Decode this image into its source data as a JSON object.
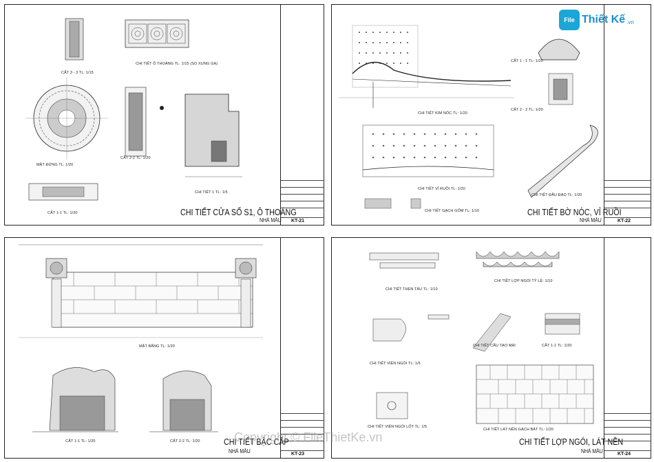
{
  "watermark": "Copyright © FileThietKe.vn",
  "logo": {
    "badge": "File",
    "name": "Thiết Kế",
    "domain": ".vn"
  },
  "sheets": [
    {
      "title": "CHI TIẾT CỬA SỔ S1, Ô THOÁNG",
      "subtitle": "NHÀ MẪU",
      "code": "KT-21",
      "labels": [
        "CẮT 3 - 3 TL: 1/15",
        "CHI TIẾT Ô THOÁNG TL: 1/15 (SO XUNG GẠ)",
        "MẶT ĐỨNG TL: 1/20",
        "CẮT 2-2 TL: 1/20",
        "CHI TIẾT 1 TL: 1/5",
        "CẮT 1-1 TL: 1/20"
      ]
    },
    {
      "title": "CHI TIẾT BỜ NÓC, VỈ RUỒI",
      "subtitle": "NHÀ MẪU",
      "code": "KT-22",
      "labels": [
        "CHI TIẾT KÌM NÓC TL: 1/20",
        "CẮT 1 - 1 TL: 1/20",
        "CẮT 2 - 2 TL: 1/20",
        "CHI TIẾT VỈ RUỒI TL: 1/20",
        "CHI TIẾT ĐẦU ĐAO TL: 1/20",
        "CHI TIẾT GẠCH GỐM TL: 1/10"
      ]
    },
    {
      "title": "CHI TIẾT BẬC CẤP",
      "subtitle": "NHÀ MẪU",
      "code": "KT-23",
      "labels": [
        "MẶT BẰNG TL: 1/20",
        "CẮT 1-1 TL: 1/20",
        "CẮT 2-2 TL: 1/20"
      ]
    },
    {
      "title": "CHI TIẾT LỢP NGÓI, LÁT NỀN",
      "subtitle": "NHÀ MẪU",
      "code": "KT-24",
      "labels": [
        "CHI TIẾT THEN TÀU TL: 1/10",
        "CHI TIẾT LỢP NGÓI TỶ LỆ: 1/10",
        "CHI TIẾT VIÊN NGÓI TL: 1/5",
        "CHI TIẾT CẤU TẠO MÁI",
        "CẮT 1-1 TL: 1/20",
        "CHI TIẾT VIÊN NGÓI LỐT TL: 1/5",
        "CHI TIẾT LÁT NỀN GẠCH BÁT TL: 1/20"
      ]
    }
  ]
}
